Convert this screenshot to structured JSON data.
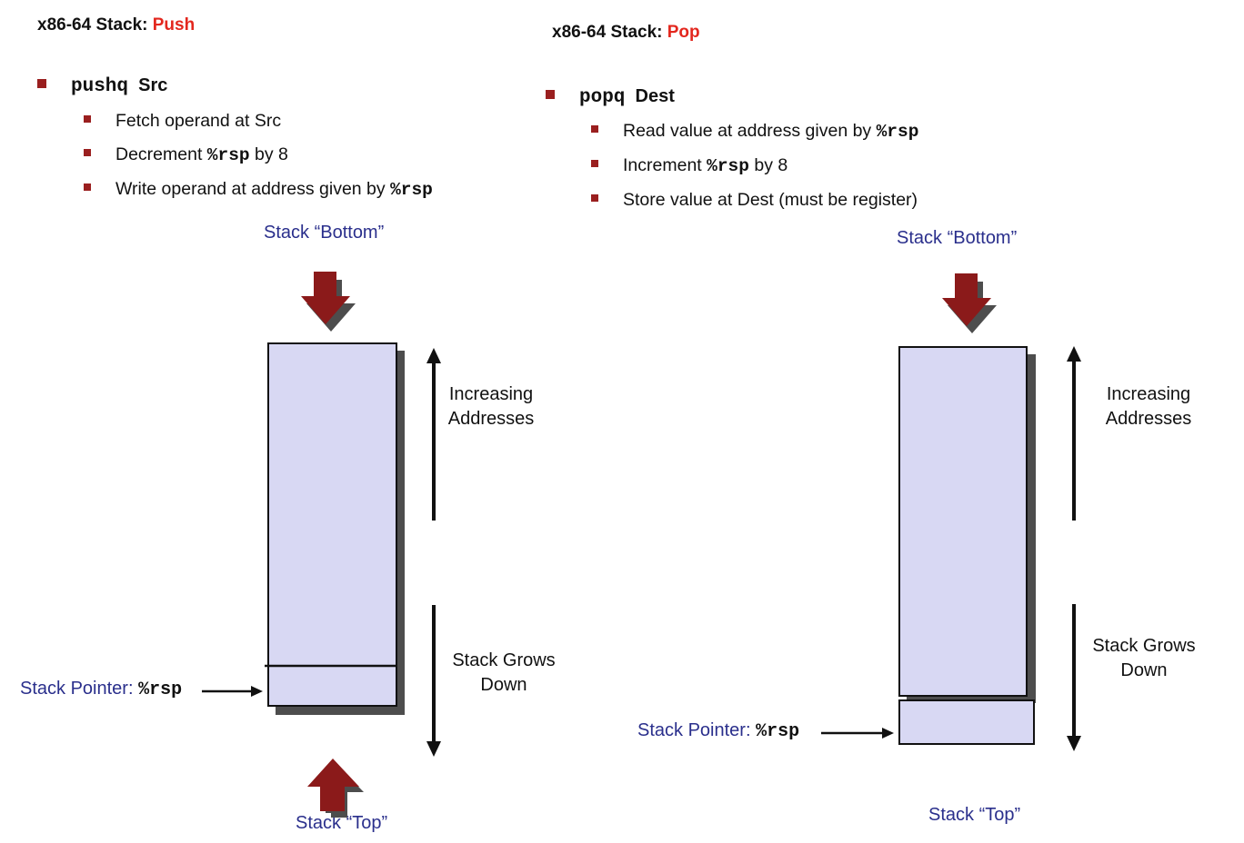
{
  "push": {
    "title_prefix": "x86-64 Stack: ",
    "title_accent": "Push",
    "instr_mnemonic": "pushq",
    "instr_operand": "Src",
    "steps": [
      {
        "text": "Fetch operand at Src",
        "code": ""
      },
      {
        "text": "Decrement ",
        "code": "%rsp",
        "after": " by 8"
      },
      {
        "text": "Write operand at address given by ",
        "code": "%rsp",
        "after": ""
      }
    ],
    "stack_bottom_label": "Stack “Bottom”",
    "stack_top_label": "Stack “Top”",
    "increasing_line1": "Increasing",
    "increasing_line2": "Addresses",
    "grows_line1": "Stack Grows",
    "grows_line2": "Down",
    "pointer_label": "Stack Pointer: ",
    "pointer_reg": "%rsp"
  },
  "pop": {
    "title_prefix": "x86-64 Stack: ",
    "title_accent": "Pop",
    "instr_mnemonic": "popq",
    "instr_operand": "Dest",
    "steps": [
      {
        "text": "Read value at address given by ",
        "code": "%rsp",
        "after": ""
      },
      {
        "text": "Increment ",
        "code": "%rsp",
        "after": " by 8"
      },
      {
        "text": "Store value at Dest (must be register)",
        "code": ""
      }
    ],
    "stack_bottom_label": "Stack “Bottom”",
    "stack_top_label": "Stack “Top”",
    "increasing_line1": "Increasing",
    "increasing_line2": "Addresses",
    "grows_line1": "Stack Grows",
    "grows_line2": "Down",
    "pointer_label": "Stack Pointer: ",
    "pointer_reg": "%rsp"
  },
  "colors": {
    "accent_red": "#e3271e",
    "bullet": "#9a1f1f",
    "arrow_red": "#8b1a1a",
    "label_blue": "#2a2f8c",
    "stack_fill": "#d8d8f3",
    "shadow": "#4d4d4d"
  }
}
